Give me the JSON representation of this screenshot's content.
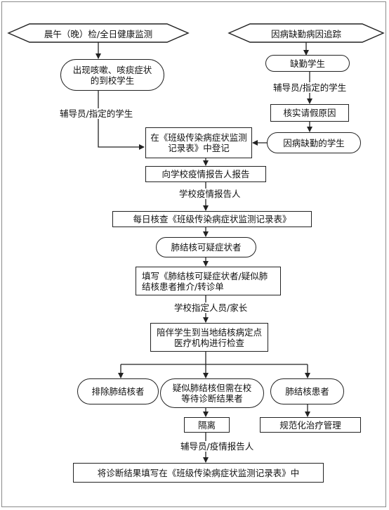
{
  "starts": {
    "left": "晨午（晚）检/全日健康监测",
    "right": "因病缺勤病因追踪"
  },
  "left_branch": {
    "symptom_students": "出现咳嗽、咳痰症状\n的到校学生",
    "counselor_label": "辅导员/指定的学生"
  },
  "right_branch": {
    "absent_students": "缺勤学生",
    "counselor_label": "辅导员/指定的学生",
    "verify_reason": "核实请假原因",
    "sick_absent": "因病缺勤的学生"
  },
  "main_flow": {
    "register": "在《班级传染病症状监测\n记录表》中登记",
    "report": "向学校疫情报告人报告",
    "reporter_label": "学校疫情报告人",
    "daily_check": "每日核查《班级传染病症状监测记录表》",
    "suspect": "肺结核可疑症状者",
    "referral": "填写《肺结核可疑症状者/疑似肺\n结核患者推介/转诊单",
    "escort_label": "学校指定人员/家长",
    "escort": "陪伴学生到当地结核病定点\n医疗机构进行检查"
  },
  "outcomes": {
    "excluded": "排除肺结核者",
    "pending": "疑似肺结核但需在校\n等待诊断结果者",
    "patient": "肺结核患者",
    "isolate": "隔离",
    "treatment": "规范化治疗管理"
  },
  "final": {
    "reporter_label": "辅导员/疫情报告人",
    "record": "将诊断结果填写在《班级传染病症状监测记录表》中"
  }
}
